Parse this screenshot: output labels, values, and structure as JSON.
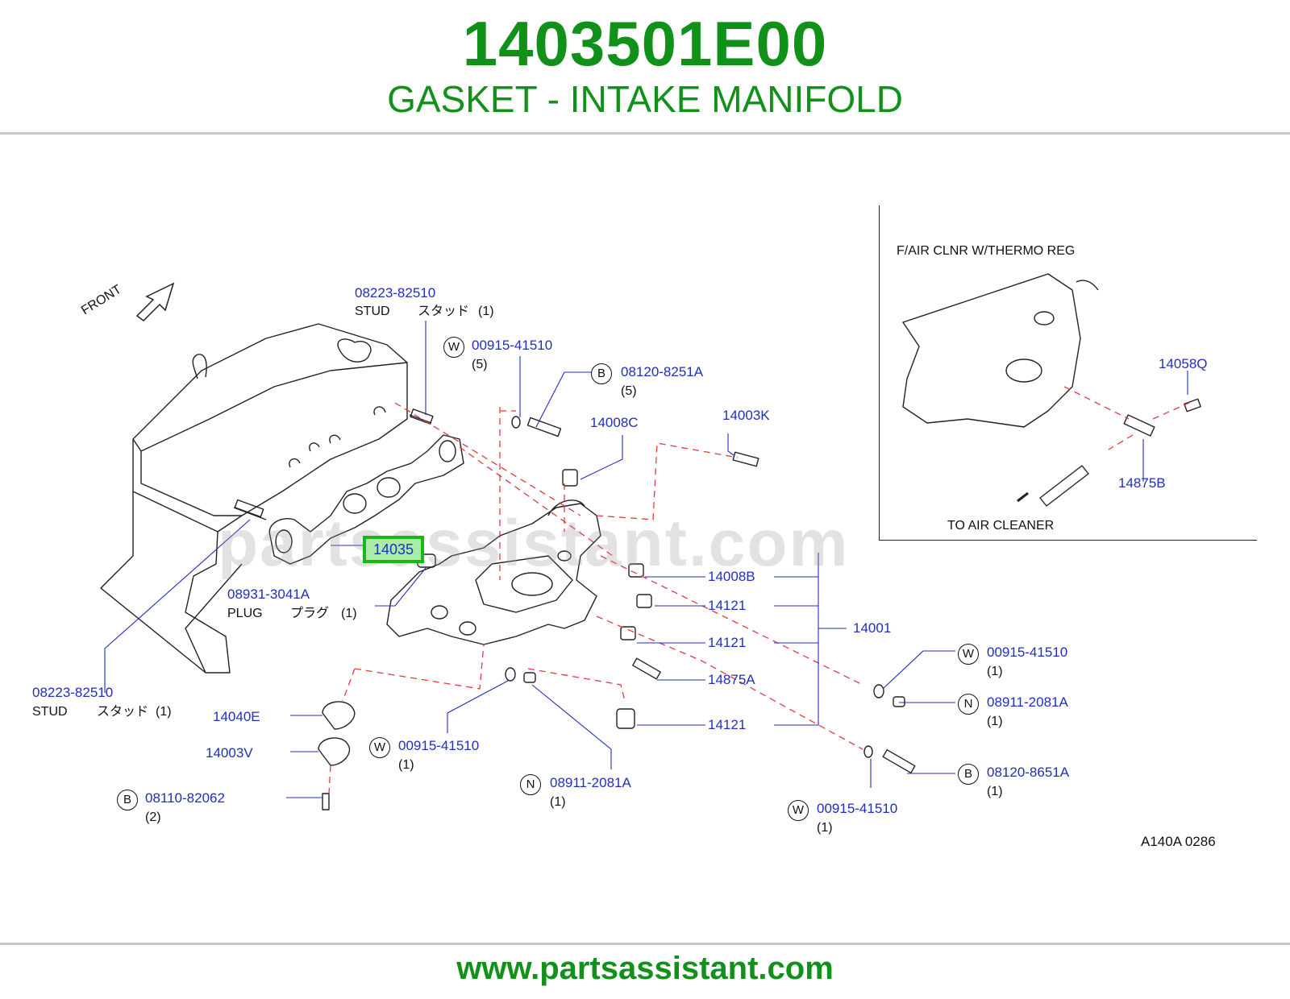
{
  "header": {
    "part_number": "1403501E00",
    "description": "GASKET - INTAKE MANIFOLD"
  },
  "footer": {
    "url": "www.partsassistant.com"
  },
  "watermark": "partsassistant.com",
  "colors": {
    "brand_green": "#12911a",
    "label_blue": "#1f2fbd",
    "highlight": "#18b81a",
    "dash_red": "#e23b3b"
  },
  "diagram": {
    "front_label": "FRONT",
    "drawing_code": "A140A  0286",
    "highlighted_part": "14035",
    "inset": {
      "title": "F/AIR  CLNR  W/THERMO  REG",
      "to_air_cleaner": "TO  AIR  CLEANER",
      "parts": [
        "14058Q",
        "14875B"
      ]
    },
    "callouts": {
      "stud_top": {
        "part": "08223-82510",
        "name": "STUD",
        "jp": "スタッド",
        "qty": "(1)"
      },
      "stud_left": {
        "part": "08223-82510",
        "name": "STUD",
        "jp": "スタッド",
        "qty": "(1)"
      },
      "plug": {
        "part": "08931-3041A",
        "name": "PLUG",
        "jp": "プラグ",
        "qty": "(1)"
      },
      "washer_top": {
        "symbol": "W",
        "part": "00915-41510",
        "qty": "(5)"
      },
      "bolt_top": {
        "symbol": "B",
        "part": "08120-8251A",
        "qty": "(5)"
      },
      "p14008c": "14008C",
      "p14003k": "14003K",
      "p14008b": "14008B",
      "p14121a": "14121",
      "p14121b": "14121",
      "p14875a": "14875A",
      "p14121c": "14121",
      "p14001": "14001",
      "p14040e": "14040E",
      "p14003v": "14003V",
      "bolt_left": {
        "symbol": "B",
        "part": "08110-82062",
        "qty": "(2)"
      },
      "washer_mid": {
        "symbol": "W",
        "part": "00915-41510",
        "qty": "(1)"
      },
      "nut_mid": {
        "symbol": "N",
        "part": "08911-2081A",
        "qty": "(1)"
      },
      "washer_r1": {
        "symbol": "W",
        "part": "00915-41510",
        "qty": "(1)"
      },
      "nut_r1": {
        "symbol": "N",
        "part": "08911-2081A",
        "qty": "(1)"
      },
      "bolt_r1": {
        "symbol": "B",
        "part": "08120-8651A",
        "qty": "(1)"
      },
      "washer_bottom": {
        "symbol": "W",
        "part": "00915-41510",
        "qty": "(1)"
      }
    }
  }
}
